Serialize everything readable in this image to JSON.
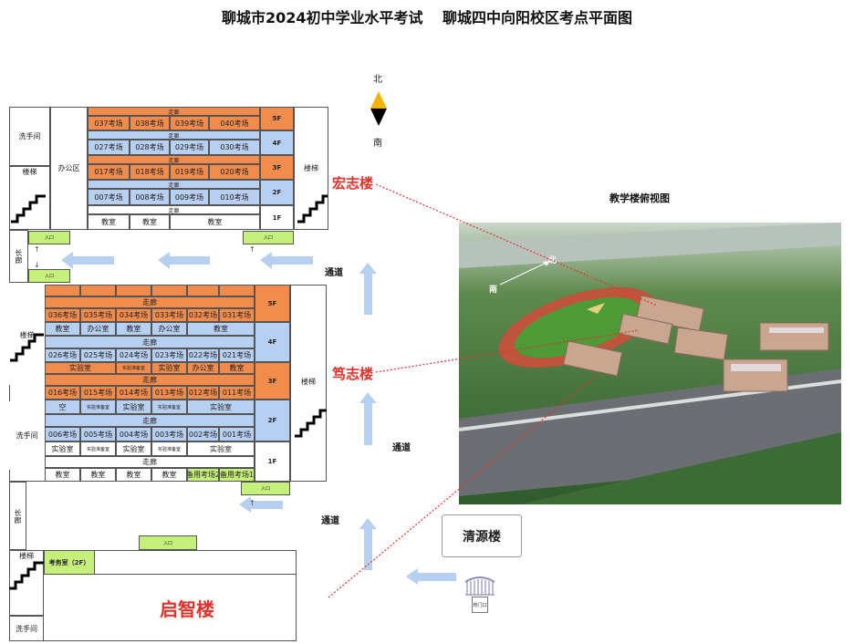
{
  "title": "聊城市2024初中学业水平考试　 聊城四中向阳校区考点平面图",
  "compass": {
    "north": "北",
    "south": "南"
  },
  "colors": {
    "orange": "#f28c4c",
    "blue": "#b7cff1",
    "green": "#c6f07c",
    "red": "#e8302a"
  },
  "hongzhi": {
    "name": "宏志楼",
    "washroom": "洗手间",
    "stairs_left": "楼梯",
    "office_area": "办公区",
    "stairs_right": "楼梯",
    "floors": [
      {
        "label": "5F",
        "corridor": "走廊",
        "rooms": [
          "037考场",
          "038考场",
          "039考场",
          "040考场"
        ]
      },
      {
        "label": "4F",
        "corridor": "走廊",
        "rooms": [
          "027考场",
          "028考场",
          "029考场",
          "030考场"
        ]
      },
      {
        "label": "3F",
        "corridor": "走廊",
        "rooms": [
          "017考场",
          "018考场",
          "019考场",
          "020考场"
        ]
      },
      {
        "label": "2F",
        "corridor": "走廊",
        "rooms": [
          "007考场",
          "008考场",
          "009考场",
          "010考场"
        ]
      },
      {
        "label": "1F",
        "corridor": "走廊",
        "rooms": [
          "教室",
          "教室",
          "教室"
        ]
      }
    ],
    "entrances": [
      "入口",
      "入口",
      "入口"
    ],
    "corridor_long": "长廊"
  },
  "duzhi": {
    "name": "笃志楼",
    "stairs_left": "楼梯",
    "washroom": "洗手间",
    "stairs_right": "楼梯",
    "rows": [
      [
        "",
        "",
        "",
        "",
        "",
        ""
      ],
      [
        "走廊"
      ],
      [
        "036考场",
        "035考场",
        "034考场",
        "033考场",
        "032考场",
        "031考场"
      ],
      [
        "教室",
        "办公室",
        "教室",
        "办公室",
        "教室"
      ],
      [
        "走廊"
      ],
      [
        "026考场",
        "025考场",
        "024考场",
        "023考场",
        "022考场",
        "021考场"
      ],
      [
        "实验室",
        "实验准备室",
        "实验室",
        "办公室",
        "教室"
      ],
      [
        "走廊"
      ],
      [
        "016考场",
        "015考场",
        "014考场",
        "013考场",
        "012考场",
        "011考场"
      ],
      [
        "空",
        "实验准备室",
        "实验室",
        "实验准备室",
        "实验室"
      ],
      [
        "走廊"
      ],
      [
        "006考场",
        "005考场",
        "004考场",
        "003考场",
        "002考场",
        "001考场"
      ],
      [
        "实验室",
        "实验准备室",
        "实验室",
        "实验准备室",
        "实验室"
      ],
      [
        "走廊"
      ],
      [
        "教室",
        "教室",
        "教室",
        "教室",
        "备用考场2",
        "备用考场1"
      ]
    ],
    "floor_labels": [
      "5F",
      "4F",
      "3F",
      "2F",
      "1F"
    ],
    "entrance": "入口",
    "corridor_long": "长廊"
  },
  "qizhi": {
    "name": "启智楼",
    "stairs": "楼梯",
    "washroom": "洗手间",
    "exam_office": "考务室（2F）",
    "entrance": "入口"
  },
  "passage": [
    "通道",
    "通道",
    "通道"
  ],
  "qingyuan": "清源楼",
  "gate": "校门口",
  "aerial": {
    "caption": "教学楼俯视图",
    "north": "北",
    "south": "南"
  }
}
